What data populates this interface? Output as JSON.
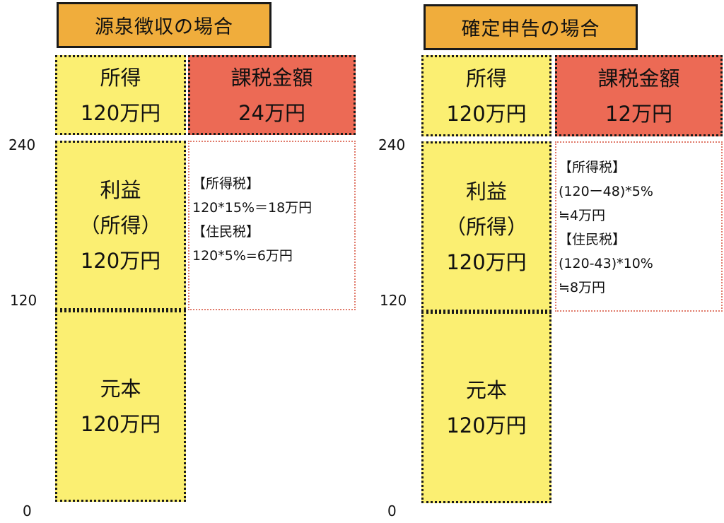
{
  "left": {
    "title": "源泉徴収の場合",
    "income": {
      "label": "所得",
      "amount": "120万円"
    },
    "tax": {
      "label": "課税金額",
      "amount": "24万円"
    },
    "profit": {
      "line1": "利益",
      "line2": "（所得）",
      "line3": "120万円"
    },
    "principal": {
      "label": "元本",
      "amount": "120万円"
    },
    "note": [
      "【所得税】",
      "120*15%＝18万円",
      "【住民税】",
      "120*5%=6万円"
    ],
    "ticks": [
      "240",
      "120",
      "0"
    ]
  },
  "right": {
    "title": "確定申告の場合",
    "income": {
      "label": "所得",
      "amount": "120万円"
    },
    "tax": {
      "label": "課税金額",
      "amount": "12万円"
    },
    "profit": {
      "line1": "利益",
      "line2": "（所得）",
      "line3": "120万円"
    },
    "principal": {
      "label": "元本",
      "amount": "120万円"
    },
    "note": [
      "【所得税】",
      "(120ー48)*5%",
      "≒4万円",
      "【住民税】",
      "(120-43)*10%",
      "≒8万円"
    ],
    "ticks": [
      "240",
      "120",
      "0"
    ]
  },
  "colors": {
    "title_bg": "#f0ad3c",
    "yellow": "#fbef72",
    "red": "#ec6a55",
    "note_border": "#e07a6a"
  }
}
